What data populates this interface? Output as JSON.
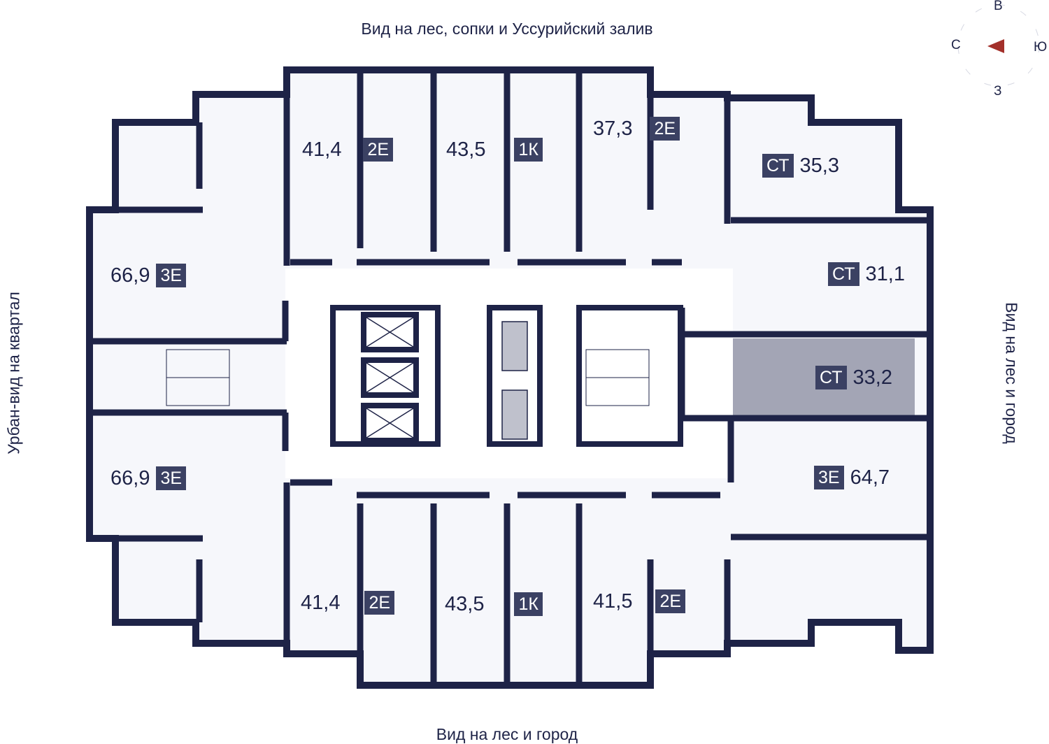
{
  "views": {
    "top": "Вид на лес, сопки и Уссурийский залив",
    "bottom": "Вид на лес и город",
    "left": "Урбан-вид на квартал",
    "right": "Вид на лес и город"
  },
  "compass": {
    "north": "В",
    "west": "С",
    "east": "Ю",
    "south": "З",
    "arrow_color": "#a3302a"
  },
  "colors": {
    "wall": "#1e2347",
    "floor": "#f6f7fb",
    "badge": "#3b4163",
    "highlight": "#a3a5b5"
  },
  "apartments": [
    {
      "id": "t1",
      "area": "41,4",
      "type": "2Е"
    },
    {
      "id": "t2",
      "area": "43,5",
      "type": "1К"
    },
    {
      "id": "t3",
      "area": "37,3",
      "type": "2Е"
    },
    {
      "id": "t4",
      "area": "35,3",
      "type": "СТ"
    },
    {
      "id": "l1",
      "area": "66,9",
      "type": "3Е"
    },
    {
      "id": "r1",
      "area": "31,1",
      "type": "СТ"
    },
    {
      "id": "r2",
      "area": "33,2",
      "type": "СТ",
      "highlighted": true
    },
    {
      "id": "l2",
      "area": "66,9",
      "type": "3Е"
    },
    {
      "id": "r3",
      "area": "64,7",
      "type": "3Е"
    },
    {
      "id": "b1",
      "area": "41,4",
      "type": "2Е"
    },
    {
      "id": "b2",
      "area": "43,5",
      "type": "1К"
    },
    {
      "id": "b3",
      "area": "41,5",
      "type": "2Е"
    }
  ]
}
